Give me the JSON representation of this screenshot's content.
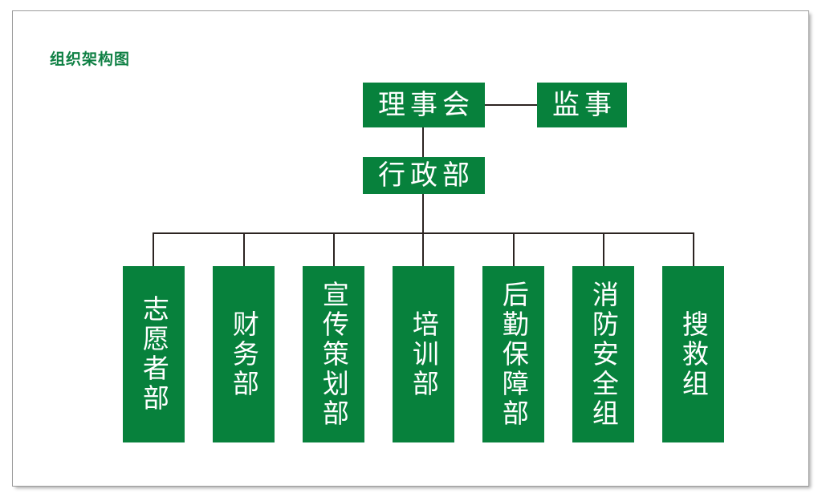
{
  "card": {
    "title": "组织架构图",
    "accent_color": "#0f8044",
    "node_fill": "#07813c",
    "node_text_color": "#ffffff",
    "connector_color": "#2c2421",
    "border_color": "#9b9b9b",
    "background": "#ffffff"
  },
  "chart_data": {
    "type": "diagram",
    "diagram_kind": "organization-chart",
    "title": "组织架构图",
    "orientation": "top-down",
    "levels": [
      {
        "level": 1,
        "nodes": [
          {
            "id": "board",
            "label": "理事会",
            "text_direction": "horizontal"
          },
          {
            "id": "supervisor",
            "label": "监事",
            "text_direction": "horizontal"
          }
        ]
      },
      {
        "level": 2,
        "nodes": [
          {
            "id": "admin",
            "label": "行政部",
            "text_direction": "horizontal"
          }
        ]
      },
      {
        "level": 3,
        "nodes": [
          {
            "id": "volunteer",
            "label": "志愿者部",
            "text_direction": "vertical"
          },
          {
            "id": "finance",
            "label": "财务部",
            "text_direction": "vertical"
          },
          {
            "id": "publicity",
            "label": "宣传策划部",
            "text_direction": "vertical"
          },
          {
            "id": "training",
            "label": "培训部",
            "text_direction": "vertical"
          },
          {
            "id": "logistics",
            "label": "后勤保障部",
            "text_direction": "vertical"
          },
          {
            "id": "firesafety",
            "label": "消防安全组",
            "text_direction": "vertical"
          },
          {
            "id": "rescue",
            "label": "搜救组",
            "text_direction": "vertical"
          }
        ]
      }
    ],
    "edges": [
      {
        "from": "board",
        "to": "supervisor",
        "style": "horizontal-sibling"
      },
      {
        "from": "board",
        "to": "admin",
        "style": "vertical"
      },
      {
        "from": "admin",
        "to": "volunteer",
        "style": "elbow"
      },
      {
        "from": "admin",
        "to": "finance",
        "style": "elbow"
      },
      {
        "from": "admin",
        "to": "publicity",
        "style": "elbow"
      },
      {
        "from": "admin",
        "to": "training",
        "style": "elbow"
      },
      {
        "from": "admin",
        "to": "logistics",
        "style": "elbow"
      },
      {
        "from": "admin",
        "to": "firesafety",
        "style": "elbow"
      },
      {
        "from": "admin",
        "to": "rescue",
        "style": "elbow"
      }
    ]
  }
}
